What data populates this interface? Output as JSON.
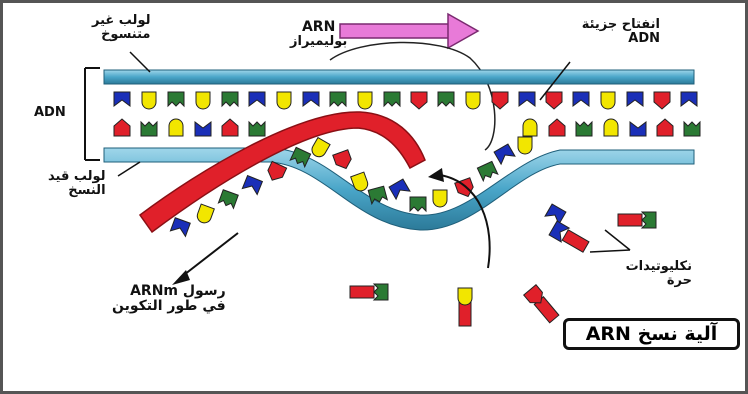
{
  "labels": {
    "untranscribed_strand": "لولب غير\nمتنسوخ",
    "arn_polymerase_line1": "ARN",
    "arn_polymerase_line2": "بوليميراز",
    "adn_opening": "انفتاح جزيئة\nADN",
    "adn": "ADN",
    "transcribed_strand": "لولب قيد\nالنسخ",
    "messenger_arn_line1": "رسول ARNm",
    "messenger_arn_line2": "في طور التكوين",
    "free_nucleotides": "نكليوتيدات\nحرة",
    "title": "آلية نسخ ARN"
  },
  "colors": {
    "strand_blue": "#4aa6c9",
    "strand_dark": "#1f5f7a",
    "rna_red": "#e0202a",
    "nuc_blue": "#1a2fb8",
    "nuc_yellow": "#f2e600",
    "nuc_green": "#2b7a34",
    "nuc_red": "#e0202a",
    "arrow_pink": "#e87ad8"
  },
  "icons": [
    "direction-arrow-icon",
    "polymerase-outline-icon"
  ]
}
